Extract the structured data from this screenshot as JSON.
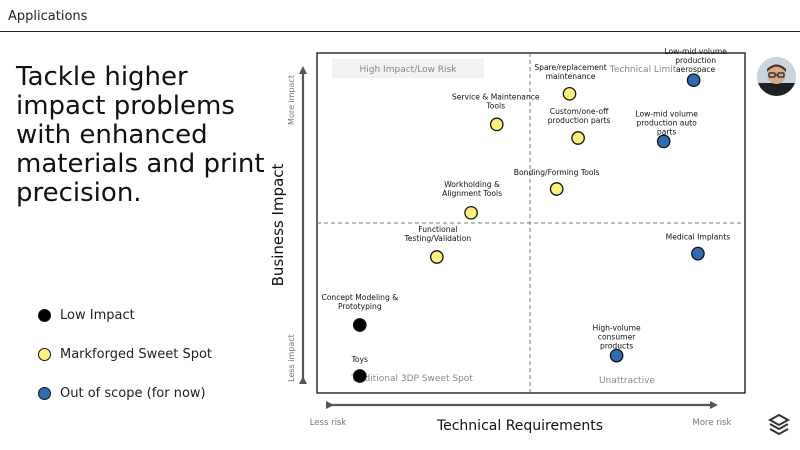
{
  "header": {
    "title": "Applications"
  },
  "headline": "Tackle higher impact problems with enhanced materials and print precision.",
  "legend": [
    {
      "label": "Low Impact",
      "color": "#000000"
    },
    {
      "label": "Markforged Sweet Spot",
      "color": "#fdf17a"
    },
    {
      "label": "Out of scope (for now)",
      "color": "#2f6cb2"
    }
  ],
  "icons": {
    "avatar": "presenter-avatar",
    "logo": "markforged-logo-icon"
  },
  "chart_data": {
    "type": "scatter",
    "xlabel": "Technical Requirements",
    "ylabel": "Business Impact",
    "x_axis_ends": {
      "left": "Less risk",
      "right": "More risk"
    },
    "y_axis_ends": {
      "top": "More impact",
      "bottom": "Less impact"
    },
    "xlim": [
      0,
      100
    ],
    "ylim": [
      0,
      100
    ],
    "quadrants": {
      "top_left": "High Impact/Low Risk",
      "top_right": "Technical Limit",
      "bottom_left": "Traditional 3DP Sweet Spot",
      "bottom_right": "Unattractive"
    },
    "series": [
      {
        "name": "Low Impact",
        "color": "#000000",
        "points": [
          {
            "label": "Concept Modeling & Prototyping",
            "x": 10,
            "y": 20
          },
          {
            "label": "Toys",
            "x": 10,
            "y": 5
          }
        ]
      },
      {
        "name": "Markforged Sweet Spot",
        "color": "#fdf17a",
        "points": [
          {
            "label": "Service & Maintenance Tools",
            "x": 42,
            "y": 79
          },
          {
            "label": "Spare/replacement maintenance",
            "x": 59,
            "y": 88
          },
          {
            "label": "Custom/one-off production parts",
            "x": 61,
            "y": 75
          },
          {
            "label": "Bonding/Forming Tools",
            "x": 56,
            "y": 60
          },
          {
            "label": "Workholding & Alignment Tools",
            "x": 36,
            "y": 53
          },
          {
            "label": "Functional Testing/Validation",
            "x": 28,
            "y": 40
          }
        ]
      },
      {
        "name": "Out of scope (for now)",
        "color": "#2f6cb2",
        "points": [
          {
            "label": "Low-mid volume production aerospace",
            "x": 88,
            "y": 92
          },
          {
            "label": "Low-mid volume production auto parts",
            "x": 81,
            "y": 74
          },
          {
            "label": "Medical Implants",
            "x": 89,
            "y": 41
          },
          {
            "label": "High-volume consumer products",
            "x": 70,
            "y": 11
          }
        ]
      }
    ]
  }
}
